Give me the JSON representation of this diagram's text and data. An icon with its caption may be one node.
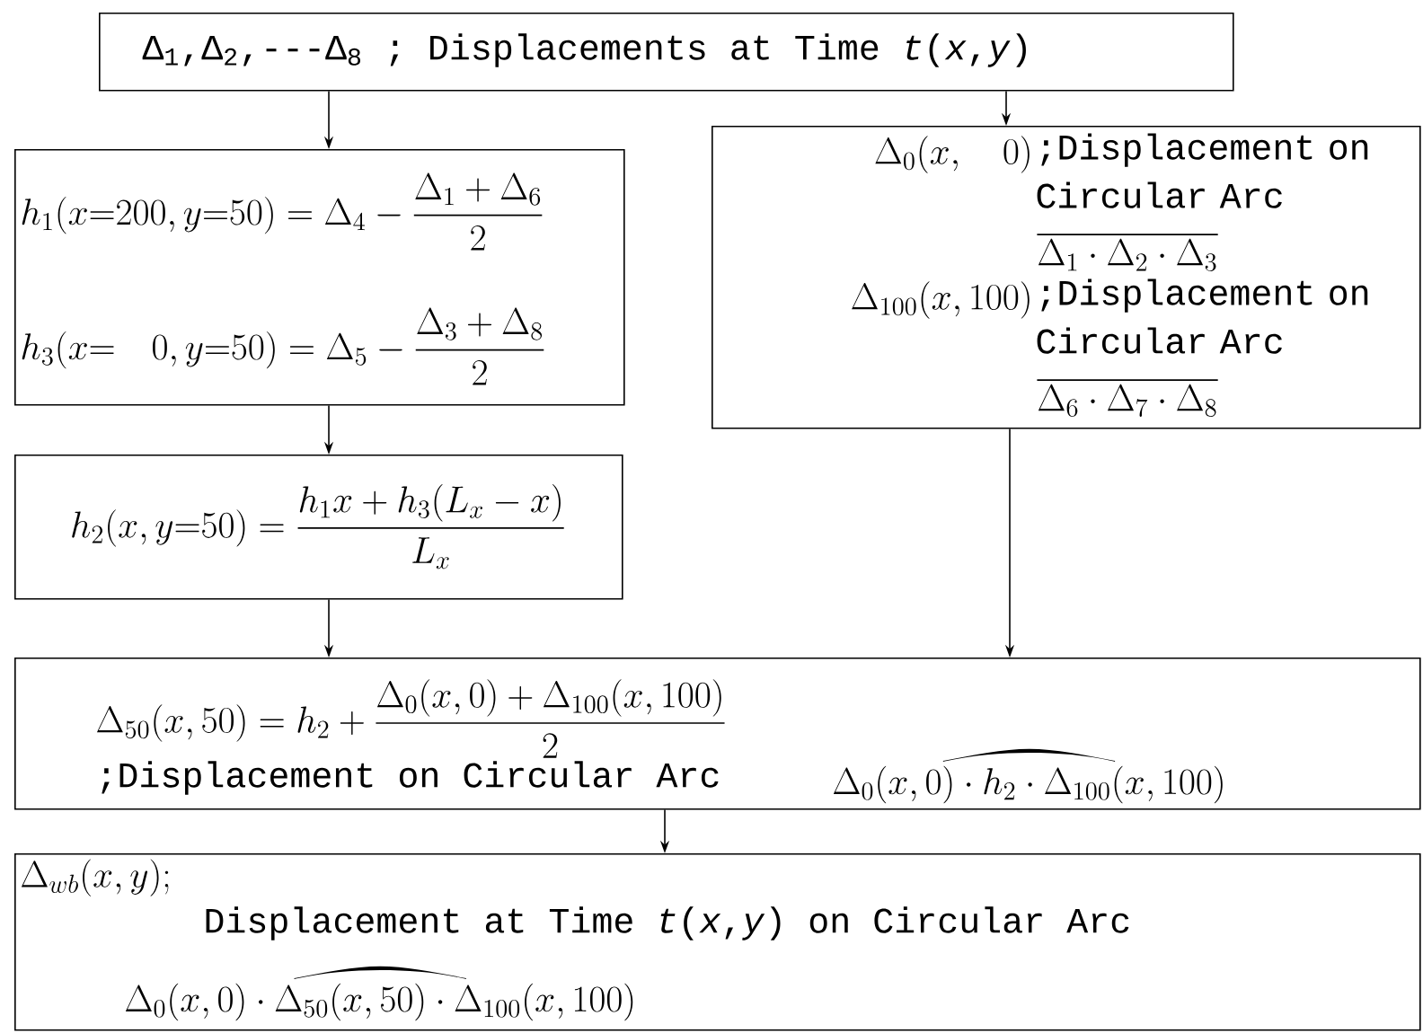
{
  "diagram": {
    "nodes": [
      {
        "text": [
          "Δ$_{1}$,Δ$_{2}$,---Δ$_{8}$ ; Displacements at Time *t*(*x*,*y*)"
        ]
      },
      {
        "text": [
          "h_1(x{=}200,y{=}50)=\\Delta_4-\\dfrac{\\Delta_1+\\Delta_6}{2}",
          "h_3(x{=}\\quad 0,y{=}50)=\\Delta_5-\\dfrac{\\Delta_3+\\Delta_8}{2}"
        ]
      },
      {
        "text": [
          "\\Delta_0(x,\\quad 0)",
          ";Displacement on Circular Arc",
          "\\overline{\\Delta_1\\cdot\\Delta_2\\cdot\\Delta_3}",
          "\\Delta_{100}(x,100)",
          ";Displacement on Circular Arc",
          "\\overline{\\Delta_6\\cdot\\Delta_7\\cdot\\Delta_8}"
        ]
      },
      {
        "text": [
          "h_2(x,y{=}50)=\\dfrac{h_1x+h_3(L_x-x)}{L_x}"
        ]
      },
      {
        "text": [
          "\\Delta_{50}(x,50)=h_2+\\dfrac{\\Delta_0(x,0)+\\Delta_{100}(x,100)}{2}",
          ";Displacement on Circular Arc",
          "\\wideparen{\\Delta_0(x,0)\\cdot h_2\\cdot\\Delta_{100}(x,100)}"
        ]
      },
      {
        "text": [
          "\\Delta_{wb}(x,y);",
          "Displacement at Time *t*(*x*,*y*) on Circular Arc",
          "\\wideparen{\\Delta_0(x,0)\\cdot\\Delta_{50}(x,50)\\cdot\\Delta_{100}(x,100)}"
        ]
      }
    ],
    "edges": [
      {
        "from": 0,
        "to": 1,
        "arrow": "to"
      },
      {
        "from": 0,
        "to": 2,
        "arrow": "to"
      },
      {
        "from": 1,
        "to": 3,
        "arrow": "to"
      },
      {
        "from": 3,
        "to": 4,
        "arrow": "to"
      },
      {
        "from": 2,
        "to": 4,
        "arrow": "to"
      },
      {
        "from": 4,
        "to": 5,
        "arrow": "to"
      }
    ]
  }
}
